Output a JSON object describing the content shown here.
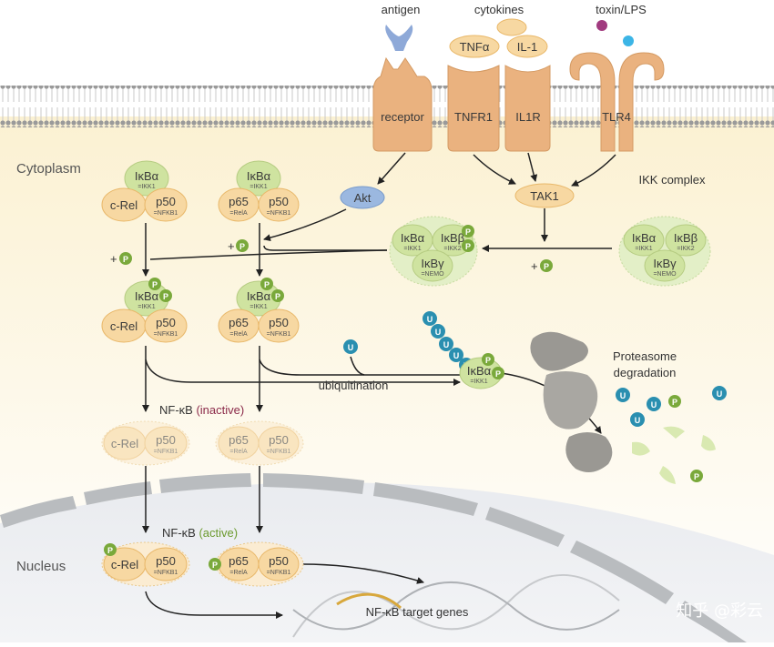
{
  "ligands": {
    "antigen": "antigen",
    "cytokines": "cytokines",
    "toxin": "toxin/LPS",
    "tnfa": "TNFα",
    "il1": "IL-1"
  },
  "receptors": {
    "receptor": "receptor",
    "tnfr1": "TNFR1",
    "il1r": "IL1R",
    "tlr4": "TLR4"
  },
  "regions": {
    "cytoplasm": "Cytoplasm",
    "nucleus": "Nucleus"
  },
  "proteins": {
    "ikba": "IκBα",
    "ikk1": "=IKK1",
    "ikbb": "IκBβ",
    "ikk2": "=IKK2",
    "ikbg": "IκBγ",
    "nemo": "=NEMO",
    "crel": "c-Rel",
    "p50": "p50",
    "nfkb1": "=NFKB1",
    "p65": "p65",
    "rela": "=RelA",
    "akt": "Akt",
    "tak1": "TAK1"
  },
  "labels": {
    "ikk_complex": "IKK complex",
    "plus": "+",
    "ubiquitination": "ubiquitination",
    "proteasome_1": "Proteasome",
    "proteasome_2": "degradation",
    "nfkb": "NF-κB",
    "inactive": "(inactive)",
    "active": "(active)",
    "target_genes": "NF-κB target genes",
    "phospho": "P",
    "ubiquitin": "U"
  },
  "watermark": "知乎 @彩云",
  "colors": {
    "receptor": "#eab27f",
    "complex_green": "#cfe3a0",
    "complex_orange": "#f7d8a2",
    "phospho": "#7aa93b",
    "ubiquitin": "#2a8fb0",
    "akt": "#9bb8e0",
    "cytoplasm": "#fbf4de",
    "nucleus": "#e8eaee",
    "inactive": "#8b2a4a",
    "active": "#6b9a2e"
  }
}
